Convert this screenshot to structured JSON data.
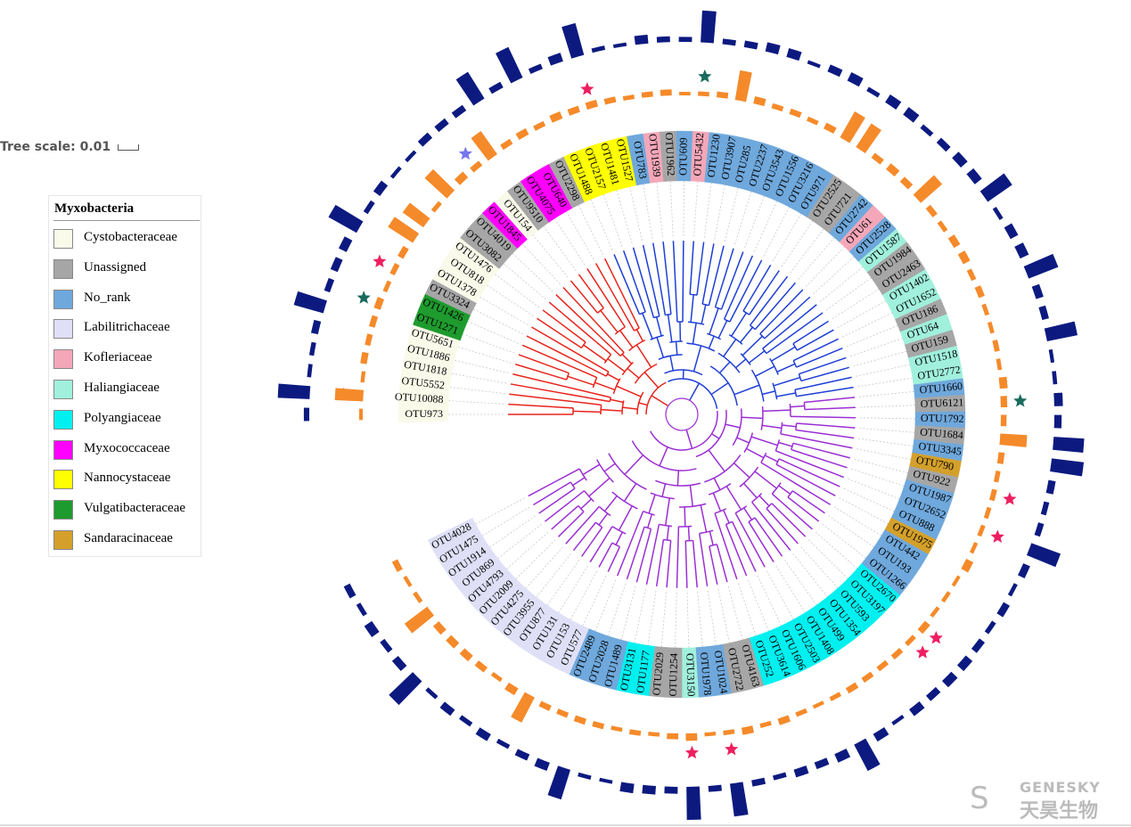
{
  "tree_scale": {
    "label": "Tree scale: 0.01"
  },
  "legend": {
    "title": "Myxobacteria",
    "items": [
      {
        "label": "Cystobacteraceae",
        "color": "#fafaea"
      },
      {
        "label": "Unassigned",
        "color": "#a6a6a6"
      },
      {
        "label": "No_rank",
        "color": "#6fa8dc"
      },
      {
        "label": "Labilitrichaceae",
        "color": "#dfe0f7"
      },
      {
        "label": "Kofleriaceae",
        "color": "#f4a7b9"
      },
      {
        "label": "Haliangiaceae",
        "color": "#a0f0dc"
      },
      {
        "label": "Polyangiaceae",
        "color": "#00f0f0"
      },
      {
        "label": "Myxococcaceae",
        "color": "#ff00ff"
      },
      {
        "label": "Nannocystaceae",
        "color": "#ffff00"
      },
      {
        "label": "Vulgatibacteraceae",
        "color": "#1e9b2e"
      },
      {
        "label": "Sandaracinaceae",
        "color": "#d4a02a"
      }
    ]
  },
  "leaves": [
    {
      "label": "OTU973",
      "family": "Cystobacteraceae",
      "clade": "red"
    },
    {
      "label": "OTU10088",
      "family": "Cystobacteraceae",
      "clade": "red",
      "star": "#7777ee"
    },
    {
      "label": "OTU5552",
      "family": "Cystobacteraceae",
      "clade": "red"
    },
    {
      "label": "OTU1818",
      "family": "Cystobacteraceae",
      "clade": "red"
    },
    {
      "label": "OTU1886",
      "family": "Cystobacteraceae",
      "clade": "red"
    },
    {
      "label": "OTU5651",
      "family": "Cystobacteraceae",
      "clade": "red"
    },
    {
      "label": "OTU1271",
      "family": "Vulgatibacteraceae",
      "clade": "red",
      "star": "#1a6b5e"
    },
    {
      "label": "OTU1426",
      "family": "Vulgatibacteraceae",
      "clade": "red"
    },
    {
      "label": "OTU3324",
      "family": "Unassigned",
      "clade": "red",
      "star": "#ee1f60"
    },
    {
      "label": "OTU1378",
      "family": "Cystobacteraceae",
      "clade": "red"
    },
    {
      "label": "OTU818",
      "family": "Cystobacteraceae",
      "clade": "red"
    },
    {
      "label": "OTU1476",
      "family": "Cystobacteraceae",
      "clade": "red"
    },
    {
      "label": "OTU3082",
      "family": "Unassigned",
      "clade": "red"
    },
    {
      "label": "OTU4019",
      "family": "Unassigned",
      "clade": "red"
    },
    {
      "label": "OTU1845",
      "family": "Myxococcaceae",
      "clade": "red"
    },
    {
      "label": "OTU154",
      "family": "Cystobacteraceae",
      "clade": "red",
      "star": "#7777ee"
    },
    {
      "label": "OTU9510",
      "family": "Unassigned",
      "clade": "red"
    },
    {
      "label": "OTU4075",
      "family": "Myxococcaceae",
      "clade": "red"
    },
    {
      "label": "OTU640",
      "family": "Myxococcaceae",
      "clade": "red"
    },
    {
      "label": "OTU2298",
      "family": "Unassigned",
      "clade": "red"
    },
    {
      "label": "OTU1488",
      "family": "Nannocystaceae",
      "clade": "blue"
    },
    {
      "label": "OTU2157",
      "family": "Nannocystaceae",
      "clade": "blue"
    },
    {
      "label": "OTU1481",
      "family": "Nannocystaceae",
      "clade": "blue",
      "star": "#ee1f60"
    },
    {
      "label": "OTU1527",
      "family": "Nannocystaceae",
      "clade": "blue"
    },
    {
      "label": "OTU783",
      "family": "No_rank",
      "clade": "blue"
    },
    {
      "label": "OTU1939",
      "family": "Kofleriaceae",
      "clade": "blue"
    },
    {
      "label": "OTU1962",
      "family": "Unassigned",
      "clade": "blue"
    },
    {
      "label": "OTU609",
      "family": "No_rank",
      "clade": "blue"
    },
    {
      "label": "OTU5432",
      "family": "Kofleriaceae",
      "clade": "blue",
      "star": "#1a6b5e"
    },
    {
      "label": "OTU1230",
      "family": "No_rank",
      "clade": "blue"
    },
    {
      "label": "OTU3907",
      "family": "No_rank",
      "clade": "blue"
    },
    {
      "label": "OTU285",
      "family": "No_rank",
      "clade": "blue"
    },
    {
      "label": "OTU2237",
      "family": "No_rank",
      "clade": "blue"
    },
    {
      "label": "OTU3543",
      "family": "No_rank",
      "clade": "blue"
    },
    {
      "label": "OTU1556",
      "family": "No_rank",
      "clade": "blue"
    },
    {
      "label": "OTU3216",
      "family": "No_rank",
      "clade": "blue"
    },
    {
      "label": "OTU971",
      "family": "No_rank",
      "clade": "blue"
    },
    {
      "label": "OTU2525",
      "family": "Unassigned",
      "clade": "blue"
    },
    {
      "label": "OTU721",
      "family": "Unassigned",
      "clade": "blue"
    },
    {
      "label": "OTU2742",
      "family": "No_rank",
      "clade": "blue"
    },
    {
      "label": "OTU61",
      "family": "Kofleriaceae",
      "clade": "blue"
    },
    {
      "label": "OTU2528",
      "family": "No_rank",
      "clade": "blue"
    },
    {
      "label": "OTU1587",
      "family": "Haliangiaceae",
      "clade": "blue"
    },
    {
      "label": "OTU1984",
      "family": "Unassigned",
      "clade": "blue"
    },
    {
      "label": "OTU2463",
      "family": "Unassigned",
      "clade": "blue"
    },
    {
      "label": "OTU1402",
      "family": "Haliangiaceae",
      "clade": "blue"
    },
    {
      "label": "OTU1652",
      "family": "Haliangiaceae",
      "clade": "blue"
    },
    {
      "label": "OTU186",
      "family": "Unassigned",
      "clade": "blue"
    },
    {
      "label": "OTU64",
      "family": "Haliangiaceae",
      "clade": "blue"
    },
    {
      "label": "OTU159",
      "family": "Unassigned",
      "clade": "blue"
    },
    {
      "label": "OTU1518",
      "family": "Haliangiaceae",
      "clade": "blue"
    },
    {
      "label": "OTU2772",
      "family": "Haliangiaceae",
      "clade": "blue"
    },
    {
      "label": "OTU1660",
      "family": "No_rank",
      "clade": "purple"
    },
    {
      "label": "OTU6121",
      "family": "Unassigned",
      "clade": "purple",
      "star": "#1a6b5e"
    },
    {
      "label": "OTU1792",
      "family": "No_rank",
      "clade": "purple"
    },
    {
      "label": "OTU1684",
      "family": "Unassigned",
      "clade": "purple"
    },
    {
      "label": "OTU3345",
      "family": "No_rank",
      "clade": "purple"
    },
    {
      "label": "OTU790",
      "family": "Sandaracinaceae",
      "clade": "purple"
    },
    {
      "label": "OTU922",
      "family": "Unassigned",
      "clade": "purple",
      "star": "#ee1f60"
    },
    {
      "label": "OTU1987",
      "family": "No_rank",
      "clade": "purple"
    },
    {
      "label": "OTU2652",
      "family": "No_rank",
      "clade": "purple",
      "star": "#ee1f60"
    },
    {
      "label": "OTU888",
      "family": "No_rank",
      "clade": "purple"
    },
    {
      "label": "OTU1975",
      "family": "Sandaracinaceae",
      "clade": "purple"
    },
    {
      "label": "OTU442",
      "family": "No_rank",
      "clade": "purple"
    },
    {
      "label": "OTU193",
      "family": "No_rank",
      "clade": "purple"
    },
    {
      "label": "OTU1266",
      "family": "No_rank",
      "clade": "purple"
    },
    {
      "label": "OTU2670",
      "family": "Polyangiaceae",
      "clade": "purple",
      "star": "#ee1f60"
    },
    {
      "label": "OTU3197",
      "family": "Polyangiaceae",
      "clade": "purple",
      "star": "#ee1f60"
    },
    {
      "label": "OTU593",
      "family": "Polyangiaceae",
      "clade": "purple"
    },
    {
      "label": "OTU1354",
      "family": "Polyangiaceae",
      "clade": "purple"
    },
    {
      "label": "OTU499",
      "family": "Polyangiaceae",
      "clade": "purple"
    },
    {
      "label": "OTU1408",
      "family": "Polyangiaceae",
      "clade": "purple"
    },
    {
      "label": "OTU2503",
      "family": "Polyangiaceae",
      "clade": "purple"
    },
    {
      "label": "OTU1606",
      "family": "Polyangiaceae",
      "clade": "purple"
    },
    {
      "label": "OTU3614",
      "family": "Polyangiaceae",
      "clade": "purple"
    },
    {
      "label": "OTU252",
      "family": "Polyangiaceae",
      "clade": "purple"
    },
    {
      "label": "OTU4163",
      "family": "Unassigned",
      "clade": "purple"
    },
    {
      "label": "OTU2722",
      "family": "Unassigned",
      "clade": "purple"
    },
    {
      "label": "OTU1024",
      "family": "No_rank",
      "clade": "purple",
      "star": "#ee1f60"
    },
    {
      "label": "OTU1978",
      "family": "No_rank",
      "clade": "purple"
    },
    {
      "label": "OTU3150",
      "family": "Haliangiaceae",
      "clade": "purple",
      "star": "#ee1f60"
    },
    {
      "label": "OTU1254",
      "family": "Unassigned",
      "clade": "purple"
    },
    {
      "label": "OTU2029",
      "family": "Unassigned",
      "clade": "purple"
    },
    {
      "label": "OTU1177",
      "family": "Polyangiaceae",
      "clade": "purple"
    },
    {
      "label": "OTU3131",
      "family": "Polyangiaceae",
      "clade": "purple"
    },
    {
      "label": "OTU1489",
      "family": "No_rank",
      "clade": "purple"
    },
    {
      "label": "OTU2028",
      "family": "No_rank",
      "clade": "purple"
    },
    {
      "label": "OTU2489",
      "family": "No_rank",
      "clade": "purple"
    },
    {
      "label": "OTU577",
      "family": "Labilitrichaceae",
      "clade": "purple"
    },
    {
      "label": "OTU153",
      "family": "Labilitrichaceae",
      "clade": "purple"
    },
    {
      "label": "OTU131",
      "family": "Labilitrichaceae",
      "clade": "purple"
    },
    {
      "label": "OTU877",
      "family": "Labilitrichaceae",
      "clade": "purple"
    },
    {
      "label": "OTU3955",
      "family": "Labilitrichaceae",
      "clade": "purple"
    },
    {
      "label": "OTU4275",
      "family": "Labilitrichaceae",
      "clade": "purple"
    },
    {
      "label": "OTU2009",
      "family": "Labilitrichaceae",
      "clade": "purple"
    },
    {
      "label": "OTU4793",
      "family": "Labilitrichaceae",
      "clade": "purple"
    },
    {
      "label": "OTU869",
      "family": "Labilitrichaceae",
      "clade": "purple"
    },
    {
      "label": "OTU1914",
      "family": "Labilitrichaceae",
      "clade": "purple"
    },
    {
      "label": "OTU1475",
      "family": "Labilitrichaceae",
      "clade": "purple"
    },
    {
      "label": "OTU4028",
      "family": "Labilitrichaceae",
      "clade": "purple"
    }
  ],
  "colors": {
    "clade_red": "#e8241c",
    "clade_blue": "#1f3fd6",
    "clade_purple": "#9b2fd4",
    "orange_ring": "#f58a2a",
    "navy_ring": "#0c1a80"
  },
  "watermark": {
    "en": "GENESKY",
    "cn": "天昊生物",
    "icon": "S"
  }
}
